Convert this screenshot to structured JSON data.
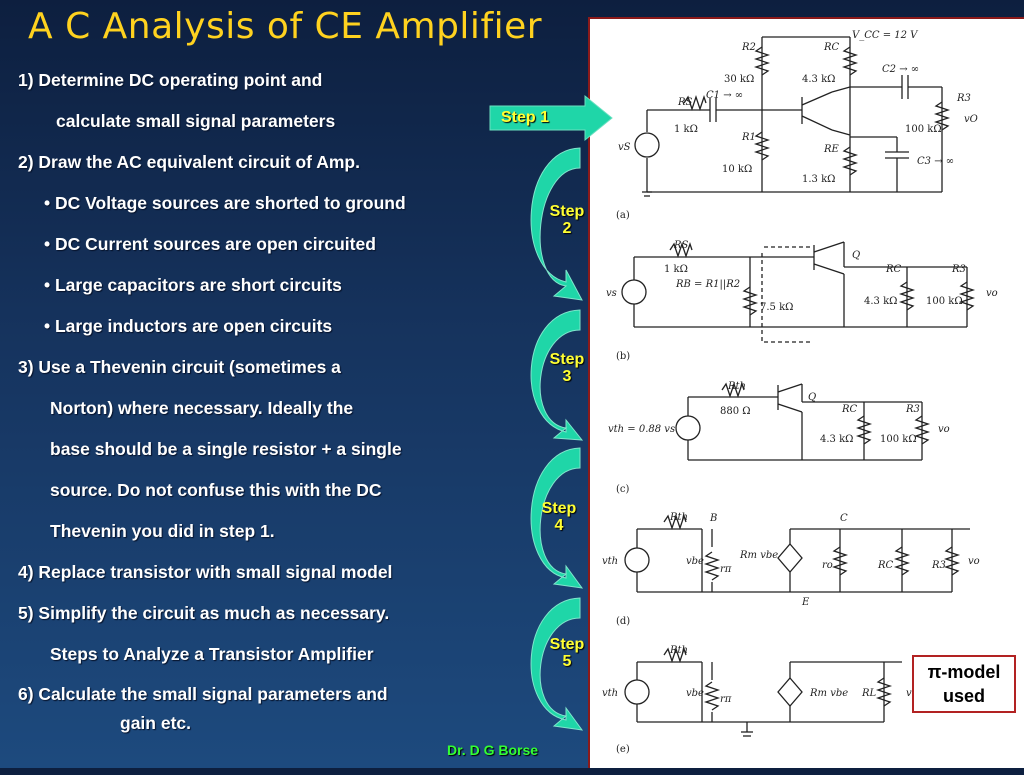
{
  "slide": {
    "title": "A C Analysis of CE Amplifier",
    "author": "Dr. D G Borse"
  },
  "content": {
    "lines": [
      "1)  Determine DC operating point and",
      "calculate  small signal parameters",
      "2)  Draw  the AC equivalent circuit of Amp.",
      "• DC Voltage sources are shorted to ground",
      "• DC Current sources are open circuited",
      "• Large capacitors are short circuits",
      "• Large inductors are open circuits",
      "3) Use a Thevenin circuit (sometimes a",
      "Norton) where necessary. Ideally the",
      "base should be a single resistor + a single",
      "source. Do not confuse this with the DC",
      "Thevenin you did in step 1.",
      "4) Replace transistor with small signal model",
      "5) Simplify the circuit as much as necessary.",
      "Steps to Analyze a Transistor Amplifier",
      "6) Calculate the small signal parameters and",
      "gain etc."
    ]
  },
  "steps": [
    {
      "label": "Step 1"
    },
    {
      "label_line1": "Step",
      "label_line2": "2"
    },
    {
      "label_line1": "Step",
      "label_line2": "3"
    },
    {
      "label_line1": "Step",
      "label_line2": "4"
    },
    {
      "label_line1": "Step",
      "label_line2": "5"
    }
  ],
  "callout": {
    "line1": "π-model",
    "line2": "used"
  },
  "circuits": {
    "a": {
      "caption": "(a)",
      "vcc": "V_CC = 12 V",
      "r2": "R2",
      "r2_val": "30 kΩ",
      "rc": "RC",
      "rc_val": "4.3 kΩ",
      "rs": "RS",
      "rs_val": "1 kΩ",
      "r1": "R1",
      "r1_val": "10 kΩ",
      "re": "RE",
      "re_val": "1.3 kΩ",
      "r3": "R3",
      "r3_val": "100 kΩ",
      "c1": "C1 → ∞",
      "c2": "C2 → ∞",
      "c3": "C3 → ∞",
      "vs": "vS",
      "vo": "vO"
    },
    "b": {
      "caption": "(b)",
      "rs": "RS",
      "rs_val": "1 kΩ",
      "rb": "RB = R1||R2",
      "rb_val": "7.5 kΩ",
      "q": "Q",
      "rc": "RC",
      "rc_val": "4.3 kΩ",
      "r3": "R3",
      "r3_val": "100 kΩ",
      "vs": "vs",
      "vo": "vo"
    },
    "c": {
      "caption": "(c)",
      "rth": "Rth",
      "rth_val": "880 Ω",
      "vth": "vth = 0.88 vs",
      "q": "Q",
      "rc": "RC",
      "rc_val": "4.3 kΩ",
      "r3": "R3",
      "r3_val": "100 kΩ",
      "vo": "vo"
    },
    "d": {
      "caption": "(d)",
      "rth": "Rth",
      "b": "B",
      "c": "C",
      "e": "E",
      "vth": "vth",
      "vbe": "vbe",
      "rpi": "rπ",
      "gm": "Rm vbe",
      "ro": "ro",
      "rc": "RC",
      "r3": "R3",
      "vo": "vo"
    },
    "e": {
      "caption": "(e)",
      "rth": "Rth",
      "vth": "vth",
      "vbe": "vbe",
      "rpi": "rπ",
      "gm": "Rm vbe",
      "rl": "RL",
      "vo": "vo"
    }
  },
  "colors": {
    "title": "#ffd21f",
    "arrow_fill": "#1fd6a8",
    "step_label": "#ffff33",
    "author": "#33ff33"
  }
}
